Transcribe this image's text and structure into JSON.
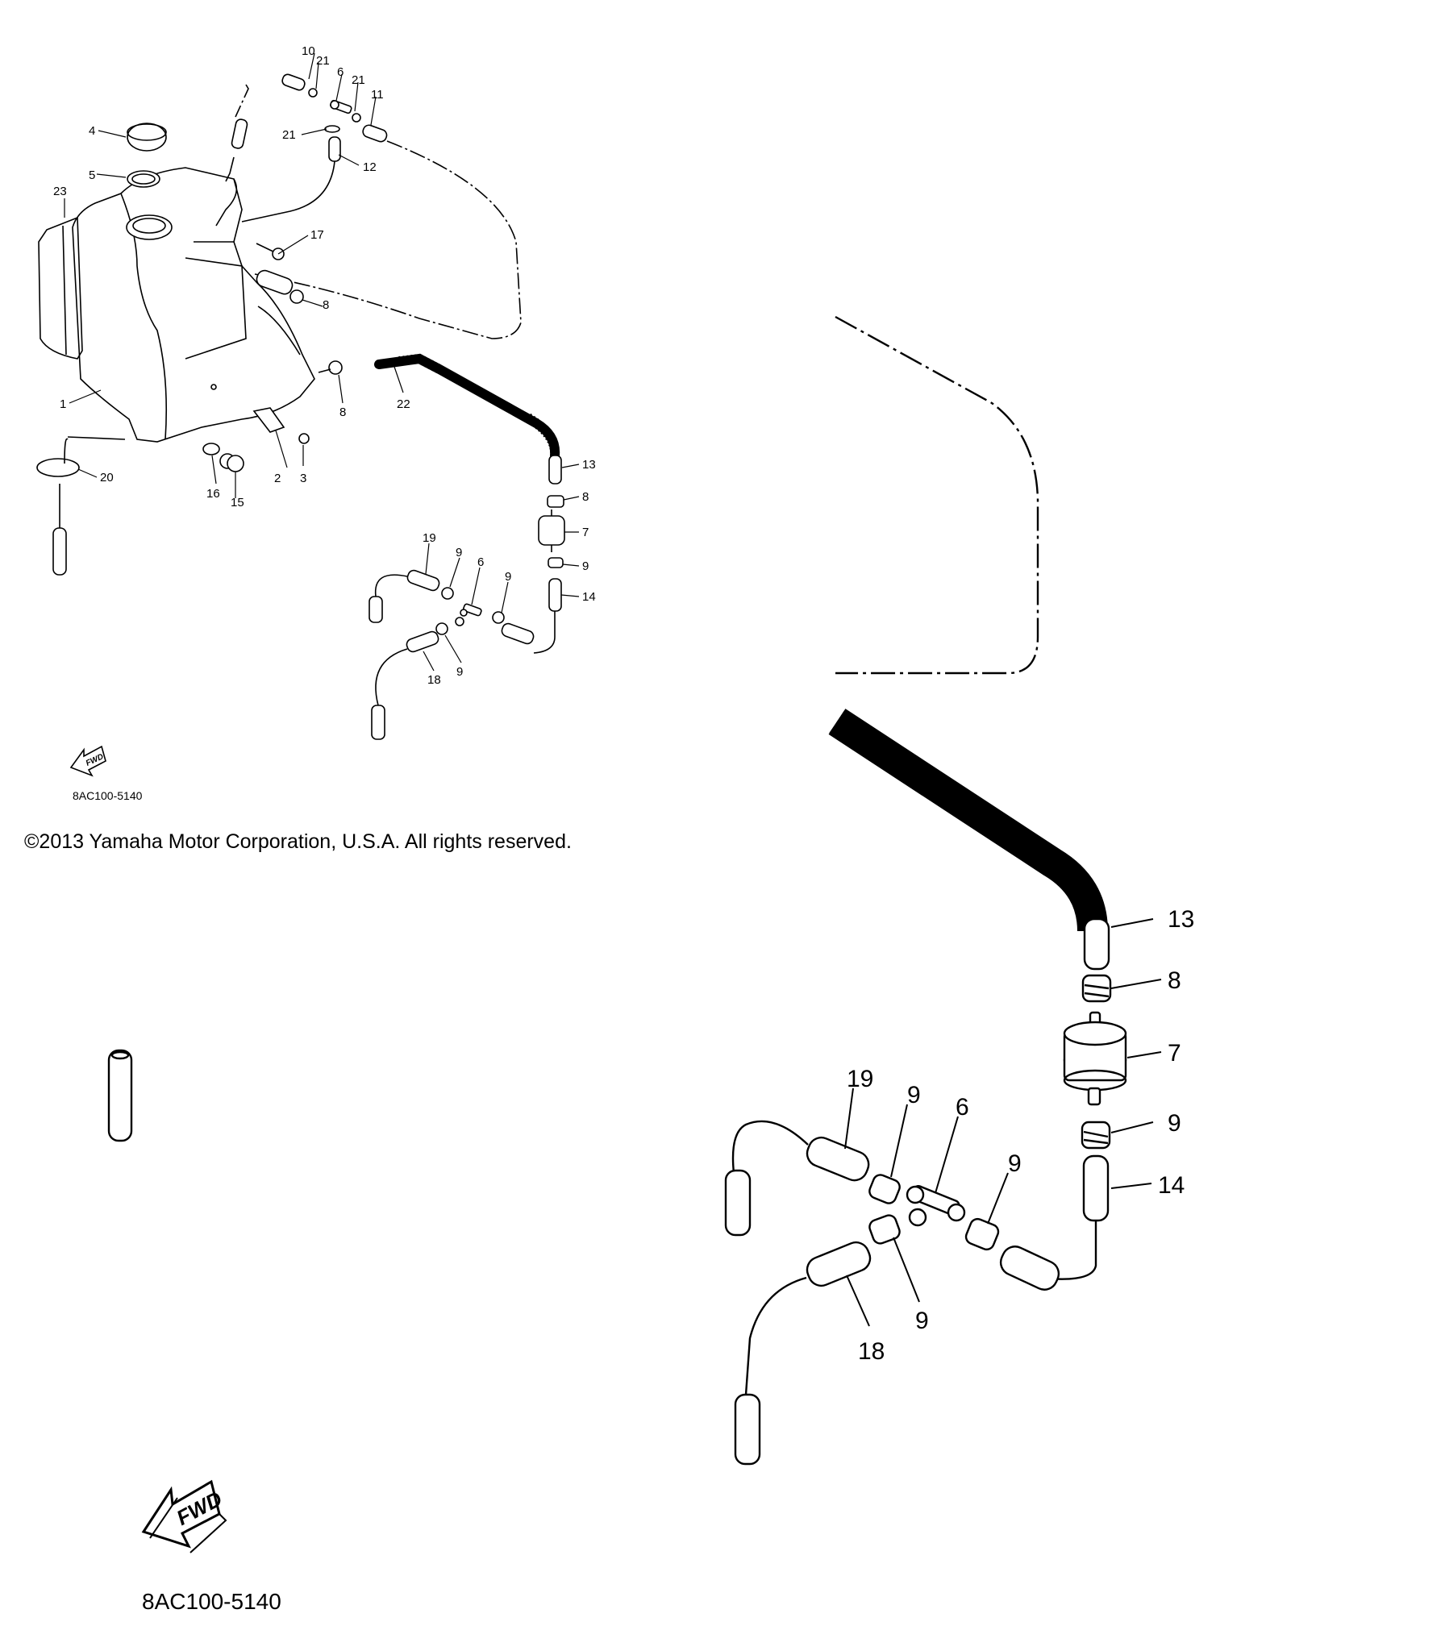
{
  "copyright": "©2013 Yamaha Motor Corporation, U.S.A. All rights reserved.",
  "diagram_code": "8AC100-5140",
  "fwd_text": "FWD",
  "overview_callouts": {
    "c1": "1",
    "c2": "2",
    "c3": "3",
    "c4": "4",
    "c5": "5",
    "c6a": "6",
    "c6b": "6",
    "c7": "7",
    "c8a": "8",
    "c8b": "8",
    "c8c": "8",
    "c9a": "9",
    "c9b": "9",
    "c9c": "9",
    "c9d": "9",
    "c10": "10",
    "c11": "11",
    "c12": "12",
    "c13": "13",
    "c14": "14",
    "c15": "15",
    "c16": "16",
    "c17": "17",
    "c18": "18",
    "c19": "19",
    "c20": "20",
    "c21a": "21",
    "c21b": "21",
    "c21c": "21",
    "c22": "22",
    "c23": "23"
  },
  "detail_callouts": {
    "c13": "13",
    "c8": "8",
    "c7": "7",
    "c9a": "9",
    "c14": "14",
    "c19": "19",
    "c9b": "9",
    "c6": "6",
    "c9c": "9",
    "c9d": "9",
    "c18": "18"
  }
}
